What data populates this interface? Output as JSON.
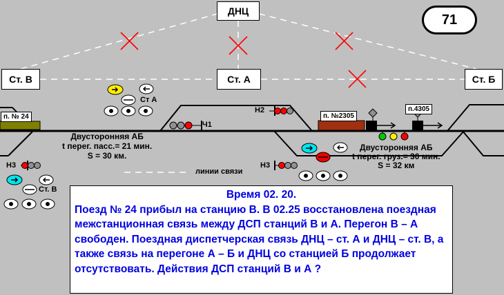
{
  "header": {
    "dnc_label": "ДНЦ",
    "number_badge": "71"
  },
  "stations": {
    "v": "Ст. В",
    "a": "Ст. А",
    "b": "Ст. Б"
  },
  "track_labels": {
    "train_24": "п. № 24",
    "train_2305": "п. №2305",
    "train_4305": "п.4305",
    "signal_n2": "Н2",
    "signal_ch1": "Ч1",
    "signal_n3_left": "Н3",
    "signal_n3_right": "Н3",
    "st_a_small": "Ст А",
    "st_v_small": "Ст. В"
  },
  "ab_left": {
    "line1": "Двусторонняя АБ",
    "line2": "t перег. пасс.= 21 мин.",
    "line3": "S = 30 км."
  },
  "ab_right": {
    "line1": "Двусторонняя АБ",
    "line2": "t перег. груз.= 30 мин.",
    "line3": "S = 32 км"
  },
  "legend": {
    "comm_lines": "линии связи"
  },
  "question": {
    "time": "Время 02. 20.",
    "body": "Поезд № 24 прибыл на станцию В.   В 02.25 восстановлена поездная межстанционная  связь между ДСП станций В и А. Перегон В – А свободен. Поездная диспетчерская связь ДНЦ – ст. А и ДНЦ – ст. В, а также связь на перегоне А – Б и ДНЦ со станцией Б продолжает отсутствовать. Действия ДСП станций В и А ?"
  },
  "colors": {
    "background": "#c0c0c0",
    "text_blue": "#0000e0",
    "cross_red": "#ff0000",
    "train_24_fill": "#808000",
    "train_2305_fill": "#a03010"
  }
}
